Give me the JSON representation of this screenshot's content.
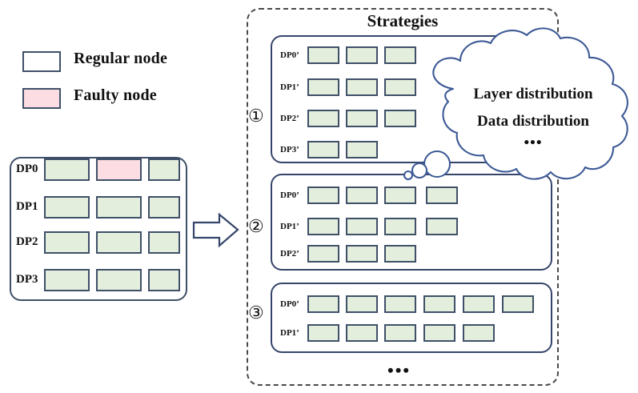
{
  "legend": {
    "items": [
      {
        "label": "Regular node",
        "color": "#e3eedd",
        "kind": "regular"
      },
      {
        "label": "Faulty node",
        "color": "#fbdde3",
        "kind": "faulty"
      }
    ]
  },
  "colors": {
    "regular_node": "#e3eedd",
    "faulty_node": "#fbdde3",
    "node_border": "#3f5068",
    "panel_border": "#36456b",
    "dashed_border": "#4a4a4a",
    "cloud_stroke": "#3d5a96",
    "text": "#111111"
  },
  "source_cluster": {
    "rows": [
      {
        "label": "DP0",
        "nodes": [
          "regular",
          "faulty",
          "regular"
        ]
      },
      {
        "label": "DP1",
        "nodes": [
          "regular",
          "regular",
          "regular"
        ]
      },
      {
        "label": "DP2",
        "nodes": [
          "regular",
          "regular",
          "regular"
        ]
      },
      {
        "label": "DP3",
        "nodes": [
          "regular",
          "regular",
          "regular"
        ]
      }
    ]
  },
  "transition": {
    "icon": "right-arrow-icon"
  },
  "strategies": {
    "title": "Strategies",
    "ellipsis": "•••",
    "items": [
      {
        "marker": "①",
        "rows": [
          {
            "label": "DP0’",
            "count": 3
          },
          {
            "label": "DP1’",
            "count": 3
          },
          {
            "label": "DP2’",
            "count": 3
          },
          {
            "label": "DP3’",
            "count": 2
          }
        ]
      },
      {
        "marker": "②",
        "rows": [
          {
            "label": "DP0’",
            "count": 4
          },
          {
            "label": "DP1’",
            "count": 4
          },
          {
            "label": "DP2’",
            "count": 3
          }
        ]
      },
      {
        "marker": "③",
        "rows": [
          {
            "label": "DP0’",
            "count": 6
          },
          {
            "label": "DP1’",
            "count": 5
          }
        ]
      }
    ]
  },
  "thought_cloud": {
    "lines": [
      "Layer distribution",
      "Data distribution"
    ],
    "ellipsis": "•••"
  }
}
